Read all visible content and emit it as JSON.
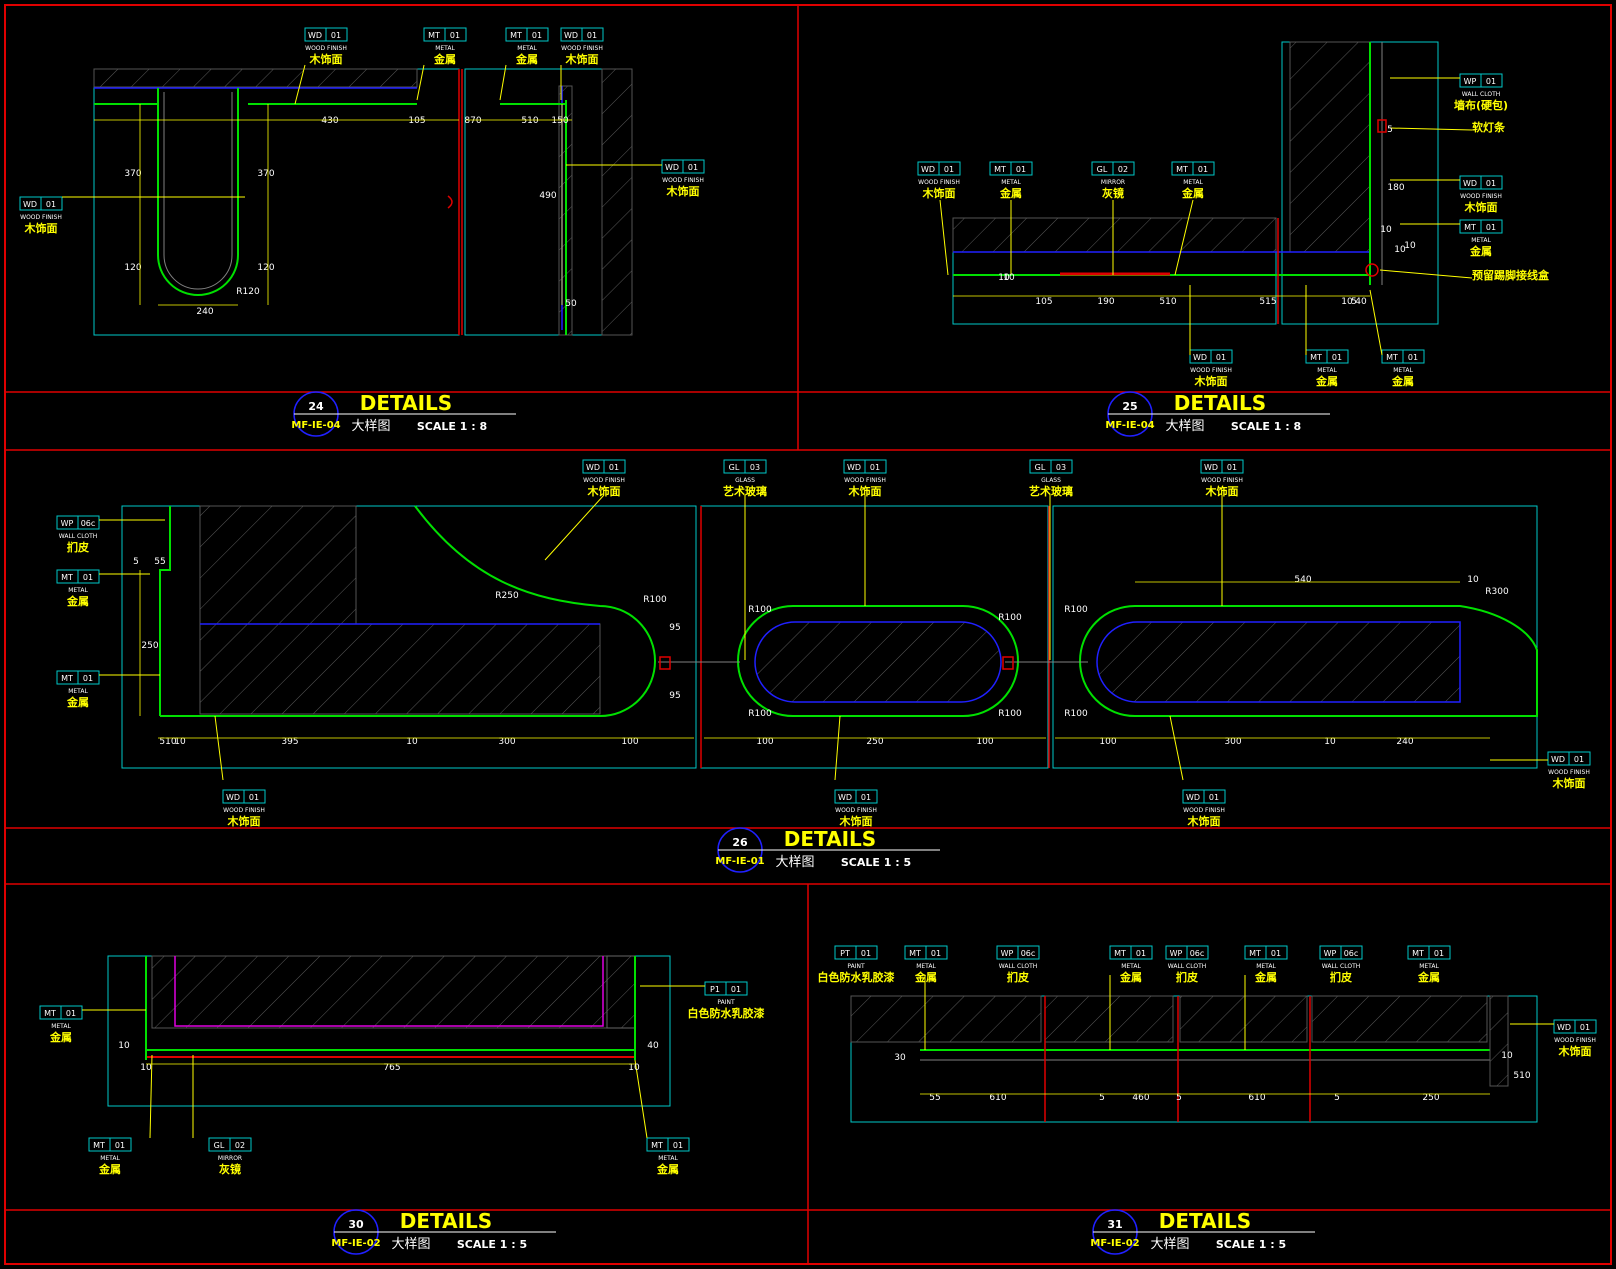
{
  "colors": {
    "frame": "#e00000",
    "cyan": "#00c8c8",
    "green": "#00e000",
    "yellow": "#ffff00",
    "blue": "#2020ff",
    "grey": "#808080",
    "magenta": "#e000e0",
    "text": "#ffffff"
  },
  "panels": [
    {
      "number": "24",
      "ref": "MF-IE-04",
      "title": "DETAILS",
      "subtitle": "大样图",
      "scale": "SCALE 1 : 8"
    },
    {
      "number": "25",
      "ref": "MF-IE-04",
      "title": "DETAILS",
      "subtitle": "大样图",
      "scale": "SCALE 1 : 8"
    },
    {
      "number": "26",
      "ref": "MF-IE-01",
      "title": "DETAILS",
      "subtitle": "大样图",
      "scale": "SCALE 1 : 5"
    },
    {
      "number": "30",
      "ref": "MF-IE-02",
      "title": "DETAILS",
      "subtitle": "大样图",
      "scale": "SCALE 1 : 5"
    },
    {
      "number": "31",
      "ref": "MF-IE-02",
      "title": "DETAILS",
      "subtitle": "大样图",
      "scale": "SCALE 1 : 5"
    }
  ],
  "tags": [
    {
      "code": "WD",
      "num": "01",
      "en": "WOOD FINISH",
      "cn": "木饰面"
    },
    {
      "code": "MT",
      "num": "01",
      "en": "METAL",
      "cn": "金属"
    },
    {
      "code": "MT",
      "num": "01",
      "en": "METAL",
      "cn": "金属"
    },
    {
      "code": "WD",
      "num": "01",
      "en": "WOOD FINISH",
      "cn": "木饰面"
    },
    {
      "code": "WD",
      "num": "01",
      "en": "WOOD FINISH",
      "cn": "木饰面"
    },
    {
      "code": "WD",
      "num": "01",
      "en": "WOOD FINISH",
      "cn": "木饰面"
    },
    {
      "code": "WP",
      "num": "01",
      "en": "WALL CLOTH",
      "cn": "墙布(硬包)"
    },
    {
      "code": "",
      "num": "",
      "en": "",
      "cn": "软灯条"
    },
    {
      "code": "WD",
      "num": "01",
      "en": "WOOD FINISH",
      "cn": "木饰面"
    },
    {
      "code": "MT",
      "num": "01",
      "en": "METAL",
      "cn": "金属"
    },
    {
      "code": "",
      "num": "",
      "en": "",
      "cn": "预留踢脚接线盒"
    },
    {
      "code": "WD",
      "num": "01",
      "en": "WOOD FINISH",
      "cn": "木饰面"
    },
    {
      "code": "MT",
      "num": "01",
      "en": "METAL",
      "cn": "金属"
    },
    {
      "code": "GL",
      "num": "02",
      "en": "MIRROR",
      "cn": "灰镜"
    },
    {
      "code": "MT",
      "num": "01",
      "en": "METAL",
      "cn": "金属"
    },
    {
      "code": "WD",
      "num": "01",
      "en": "WOOD FINISH",
      "cn": "木饰面"
    },
    {
      "code": "MT",
      "num": "01",
      "en": "METAL",
      "cn": "金属"
    },
    {
      "code": "MT",
      "num": "01",
      "en": "METAL",
      "cn": "金属"
    },
    {
      "code": "WP",
      "num": "06c",
      "en": "WALL CLOTH",
      "cn": "扪皮"
    },
    {
      "code": "MT",
      "num": "01",
      "en": "METAL",
      "cn": "金属"
    },
    {
      "code": "MT",
      "num": "01",
      "en": "METAL",
      "cn": "金属"
    },
    {
      "code": "WD",
      "num": "01",
      "en": "WOOD FINISH",
      "cn": "木饰面"
    },
    {
      "code": "GL",
      "num": "03",
      "en": "GLASS",
      "cn": "艺术玻璃"
    },
    {
      "code": "WD",
      "num": "01",
      "en": "WOOD FINISH",
      "cn": "木饰面"
    },
    {
      "code": "GL",
      "num": "03",
      "en": "GLASS",
      "cn": "艺术玻璃"
    },
    {
      "code": "WD",
      "num": "01",
      "en": "WOOD FINISH",
      "cn": "木饰面"
    },
    {
      "code": "WD",
      "num": "01",
      "en": "WOOD FINISH",
      "cn": "木饰面"
    },
    {
      "code": "WD",
      "num": "01",
      "en": "WOOD FINISH",
      "cn": "木饰面"
    },
    {
      "code": "WD",
      "num": "01",
      "en": "WOOD FINISH",
      "cn": "木饰面"
    },
    {
      "code": "WD",
      "num": "01",
      "en": "WOOD FINISH",
      "cn": "木饰面"
    },
    {
      "code": "MT",
      "num": "01",
      "en": "METAL",
      "cn": "金属"
    },
    {
      "code": "P1",
      "num": "01",
      "en": "PAINT",
      "cn": "白色防水乳胶漆"
    },
    {
      "code": "MT",
      "num": "01",
      "en": "METAL",
      "cn": "金属"
    },
    {
      "code": "GL",
      "num": "02",
      "en": "MIRROR",
      "cn": "灰镜"
    },
    {
      "code": "MT",
      "num": "01",
      "en": "METAL",
      "cn": "金属"
    },
    {
      "code": "PT",
      "num": "01",
      "en": "PAINT",
      "cn": "白色防水乳胶漆"
    },
    {
      "code": "MT",
      "num": "01",
      "en": "METAL",
      "cn": "金属"
    },
    {
      "code": "WP",
      "num": "06c",
      "en": "WALL CLOTH",
      "cn": "扪皮"
    },
    {
      "code": "MT",
      "num": "01",
      "en": "METAL",
      "cn": "金属"
    },
    {
      "code": "WP",
      "num": "06c",
      "en": "WALL CLOTH",
      "cn": "扪皮"
    },
    {
      "code": "MT",
      "num": "01",
      "en": "METAL",
      "cn": "金属"
    },
    {
      "code": "WP",
      "num": "06c",
      "en": "WALL CLOTH",
      "cn": "扪皮"
    },
    {
      "code": "MT",
      "num": "01",
      "en": "METAL",
      "cn": "金属"
    },
    {
      "code": "WD",
      "num": "01",
      "en": "WOOD FINISH",
      "cn": "木饰面"
    }
  ],
  "dims": [
    "430",
    "105",
    "870",
    "510",
    "150",
    "370",
    "370",
    "120",
    "120",
    "240",
    "490",
    "50",
    "R120",
    "105",
    "190",
    "510",
    "515",
    "10",
    "5",
    "40",
    "180",
    "10",
    "10",
    "10",
    "10",
    "5",
    "10",
    "510",
    "10",
    "5",
    "55",
    "250",
    "395",
    "10",
    "300",
    "100",
    "100",
    "250",
    "100",
    "100",
    "300",
    "10",
    "240",
    "540",
    "10",
    "95",
    "95",
    "R100",
    "R100",
    "R100",
    "R100",
    "R100",
    "R100",
    "R100",
    "R250",
    "R300",
    "10",
    "765",
    "10",
    "10",
    "40",
    "55",
    "610",
    "5",
    "460",
    "5",
    "610",
    "5",
    "250",
    "30",
    "10",
    "510"
  ]
}
